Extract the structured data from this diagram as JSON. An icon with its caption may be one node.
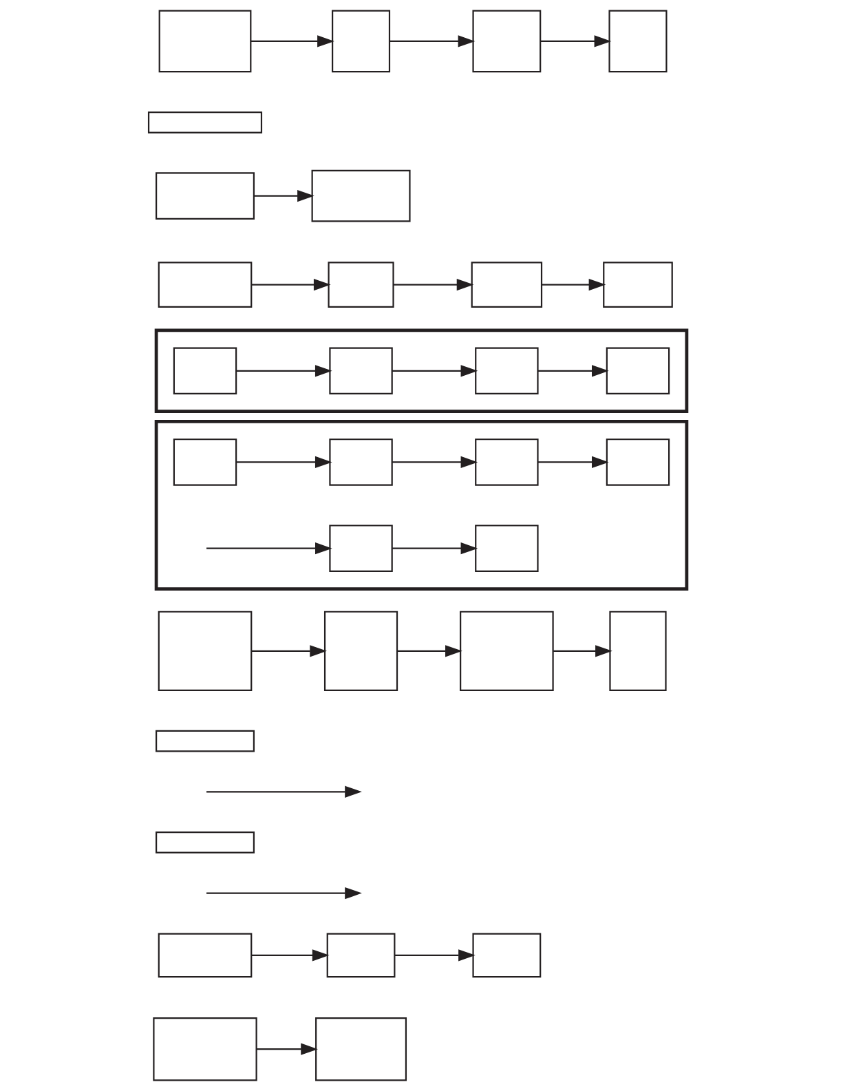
{
  "diagram": {
    "nodes": [
      {
        "text": [],
        "shape": "box"
      },
      {
        "text": [],
        "shape": "box"
      },
      {
        "text": [],
        "shape": "box"
      },
      {
        "text": [],
        "shape": "box"
      },
      {
        "text": [],
        "shape": "box"
      },
      {
        "text": [],
        "shape": "box"
      },
      {
        "text": [],
        "shape": "box"
      },
      {
        "text": [],
        "shape": "box"
      },
      {
        "text": [],
        "shape": "box"
      },
      {
        "text": [],
        "shape": "box"
      },
      {
        "text": [],
        "shape": "box"
      },
      {
        "text": [],
        "shape": "box"
      },
      {
        "text": [],
        "shape": "box",
        "in": 11
      },
      {
        "text": [],
        "shape": "box",
        "in": 11
      },
      {
        "text": [],
        "shape": "box",
        "in": 11
      },
      {
        "text": [],
        "shape": "box",
        "in": 11
      },
      {
        "text": [],
        "shape": "box"
      },
      {
        "text": [],
        "shape": "box",
        "in": 16
      },
      {
        "text": [],
        "shape": "box",
        "in": 16
      },
      {
        "text": [],
        "shape": "box",
        "in": 16
      },
      {
        "text": [],
        "shape": "box",
        "in": 16
      },
      {
        "text": [],
        "shape": "box",
        "in": 16
      },
      {
        "text": [],
        "shape": "box",
        "in": 16
      },
      {
        "text": [],
        "shape": "box"
      },
      {
        "text": [],
        "shape": "box"
      },
      {
        "text": [],
        "shape": "box"
      },
      {
        "text": [],
        "shape": "box"
      },
      {
        "text": [],
        "shape": "box"
      },
      {
        "text": [],
        "shape": "box"
      },
      {
        "text": [],
        "shape": "box"
      },
      {
        "text": [],
        "shape": "box"
      },
      {
        "text": [],
        "shape": "box"
      },
      {
        "text": [],
        "shape": "box"
      },
      {
        "text": [],
        "shape": "box"
      }
    ],
    "edges": [
      {
        "from": 0,
        "to": 1,
        "arrow": "to"
      },
      {
        "from": 1,
        "to": 2,
        "arrow": "to"
      },
      {
        "from": 2,
        "to": 3,
        "arrow": "to"
      },
      {
        "from": 5,
        "to": 6,
        "arrow": "to"
      },
      {
        "from": 7,
        "to": 8,
        "arrow": "to"
      },
      {
        "from": 8,
        "to": 9,
        "arrow": "to"
      },
      {
        "from": 9,
        "to": 10,
        "arrow": "to"
      },
      {
        "from": 12,
        "to": 13,
        "arrow": "to"
      },
      {
        "from": 13,
        "to": 14,
        "arrow": "to"
      },
      {
        "from": 14,
        "to": 15,
        "arrow": "to"
      },
      {
        "from": 17,
        "to": 18,
        "arrow": "to"
      },
      {
        "from": 18,
        "to": 19,
        "arrow": "to"
      },
      {
        "from": 19,
        "to": 20,
        "arrow": "to"
      },
      {
        "from": null,
        "to": 21,
        "arrow": "to"
      },
      {
        "from": 21,
        "to": 22,
        "arrow": "to"
      },
      {
        "from": 23,
        "to": 24,
        "arrow": "to"
      },
      {
        "from": 24,
        "to": 25,
        "arrow": "to"
      },
      {
        "from": 25,
        "to": 26,
        "arrow": "to"
      },
      {
        "from": 29,
        "to": 30,
        "arrow": "to"
      },
      {
        "from": 30,
        "to": 31,
        "arrow": "to"
      },
      {
        "from": 32,
        "to": 33,
        "arrow": "to"
      }
    ]
  }
}
